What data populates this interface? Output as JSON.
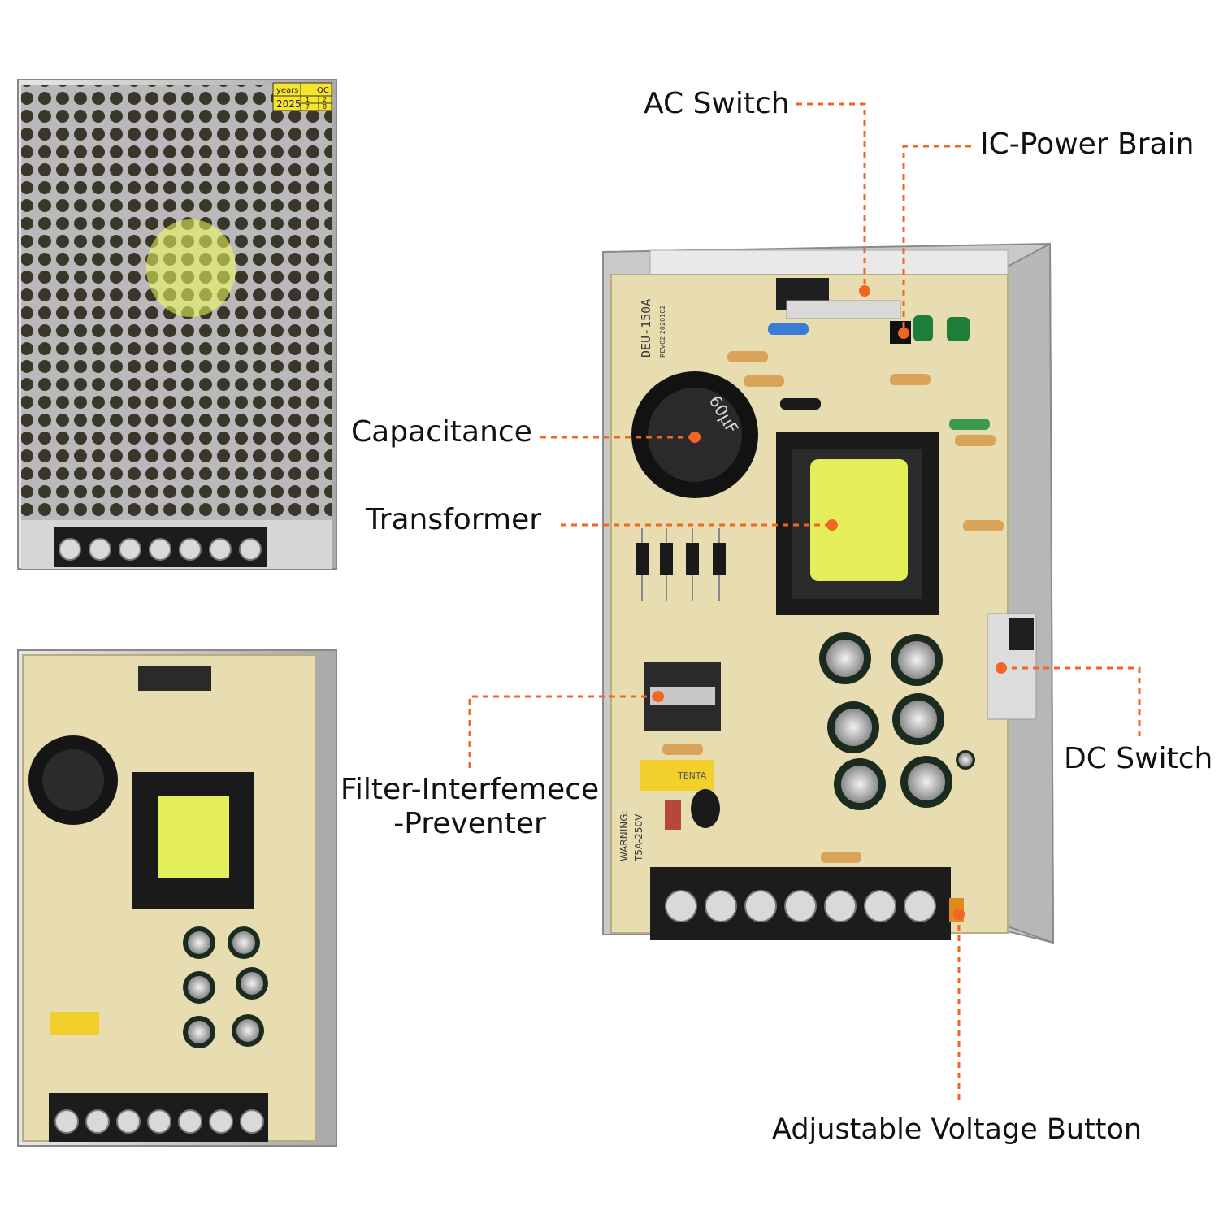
{
  "labels": {
    "ac_switch": "AC Switch",
    "ic_power_brain": "IC-Power Brain",
    "capacitance": "Capacitance",
    "transformer": "Transformer",
    "filter_line1": "Filter-Interfemece",
    "filter_line2": "-Preventer",
    "dc_switch": "DC Switch",
    "adjustable_voltage": "Adjustable Voltage Button"
  },
  "board": {
    "model": "DEU-150A",
    "rev": "REV02  2020102",
    "warning": "WARNING:",
    "fuse_rating": "T5A-250V",
    "capacitor_brand": "TENTA",
    "cap_marking": "60µF"
  },
  "sticker": {
    "years_label": "years",
    "qc_label": "QC",
    "year": "2025",
    "cells": [
      "1",
      "2",
      "7",
      "8"
    ]
  },
  "colors": {
    "leader": "#f26522",
    "pcb": "#e8ddb0",
    "chassis": "#c9c9c9",
    "transformer_core": "#1a1a1a",
    "coil": "#e3ee5a",
    "terminal_block": "#1c1c1c"
  }
}
